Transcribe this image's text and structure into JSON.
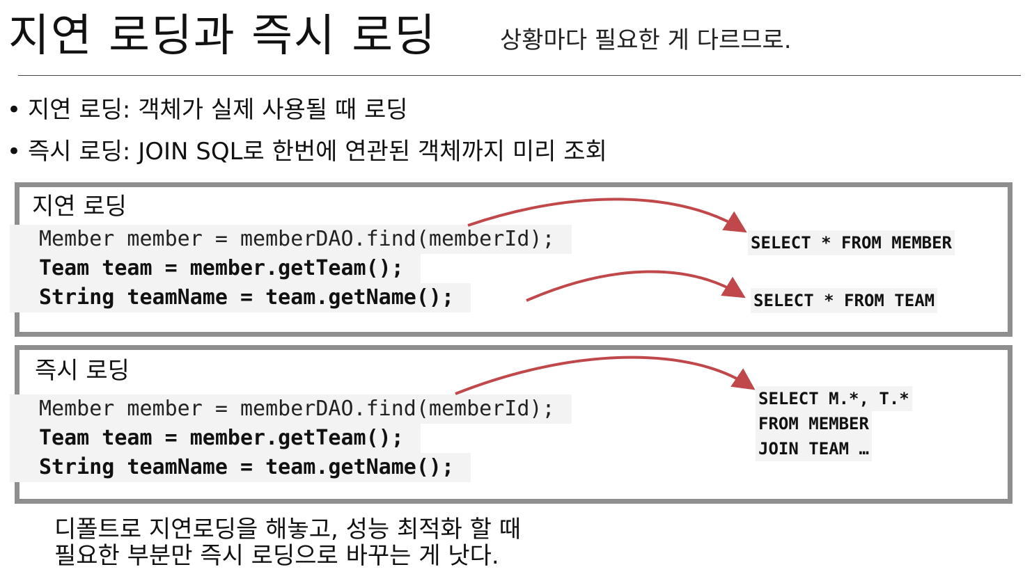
{
  "header": {
    "title": "지연 로딩과 즉시 로딩",
    "subtitle": "상황마다 필요한 게 다르므로."
  },
  "bullets": [
    {
      "symbol": "•",
      "text": "지연 로딩: 객체가 실제 사용될 때 로딩"
    },
    {
      "symbol": "•",
      "text": "즉시 로딩: JOIN SQL로 한번에 연관된 객체까지 미리 조회"
    }
  ],
  "lazy_panel": {
    "label": "지연 로딩",
    "code": [
      "Member member = memberDAO.find(memberId);",
      "Team team = member.getTeam();",
      "String teamName = team.getName();"
    ],
    "sql": [
      "SELECT * FROM MEMBER",
      "SELECT * FROM TEAM"
    ]
  },
  "eager_panel": {
    "label": "즉시 로딩",
    "code": [
      "Member member = memberDAO.find(memberId);",
      "Team team = member.getTeam();",
      "String teamName = team.getName();"
    ],
    "sql": [
      "SELECT M.*, T.*",
      "FROM MEMBER",
      "JOIN TEAM …"
    ]
  },
  "note": {
    "line1": "디폴트로 지연로딩을 해놓고, 성능 최적화 할 때",
    "line2": "필요한 부분만 즉시 로딩으로 바꾸는 게 낫다."
  },
  "colors": {
    "arrow": "#c0474a",
    "frame": "#8e8e8e",
    "code_bg": "#f3f3f3"
  }
}
